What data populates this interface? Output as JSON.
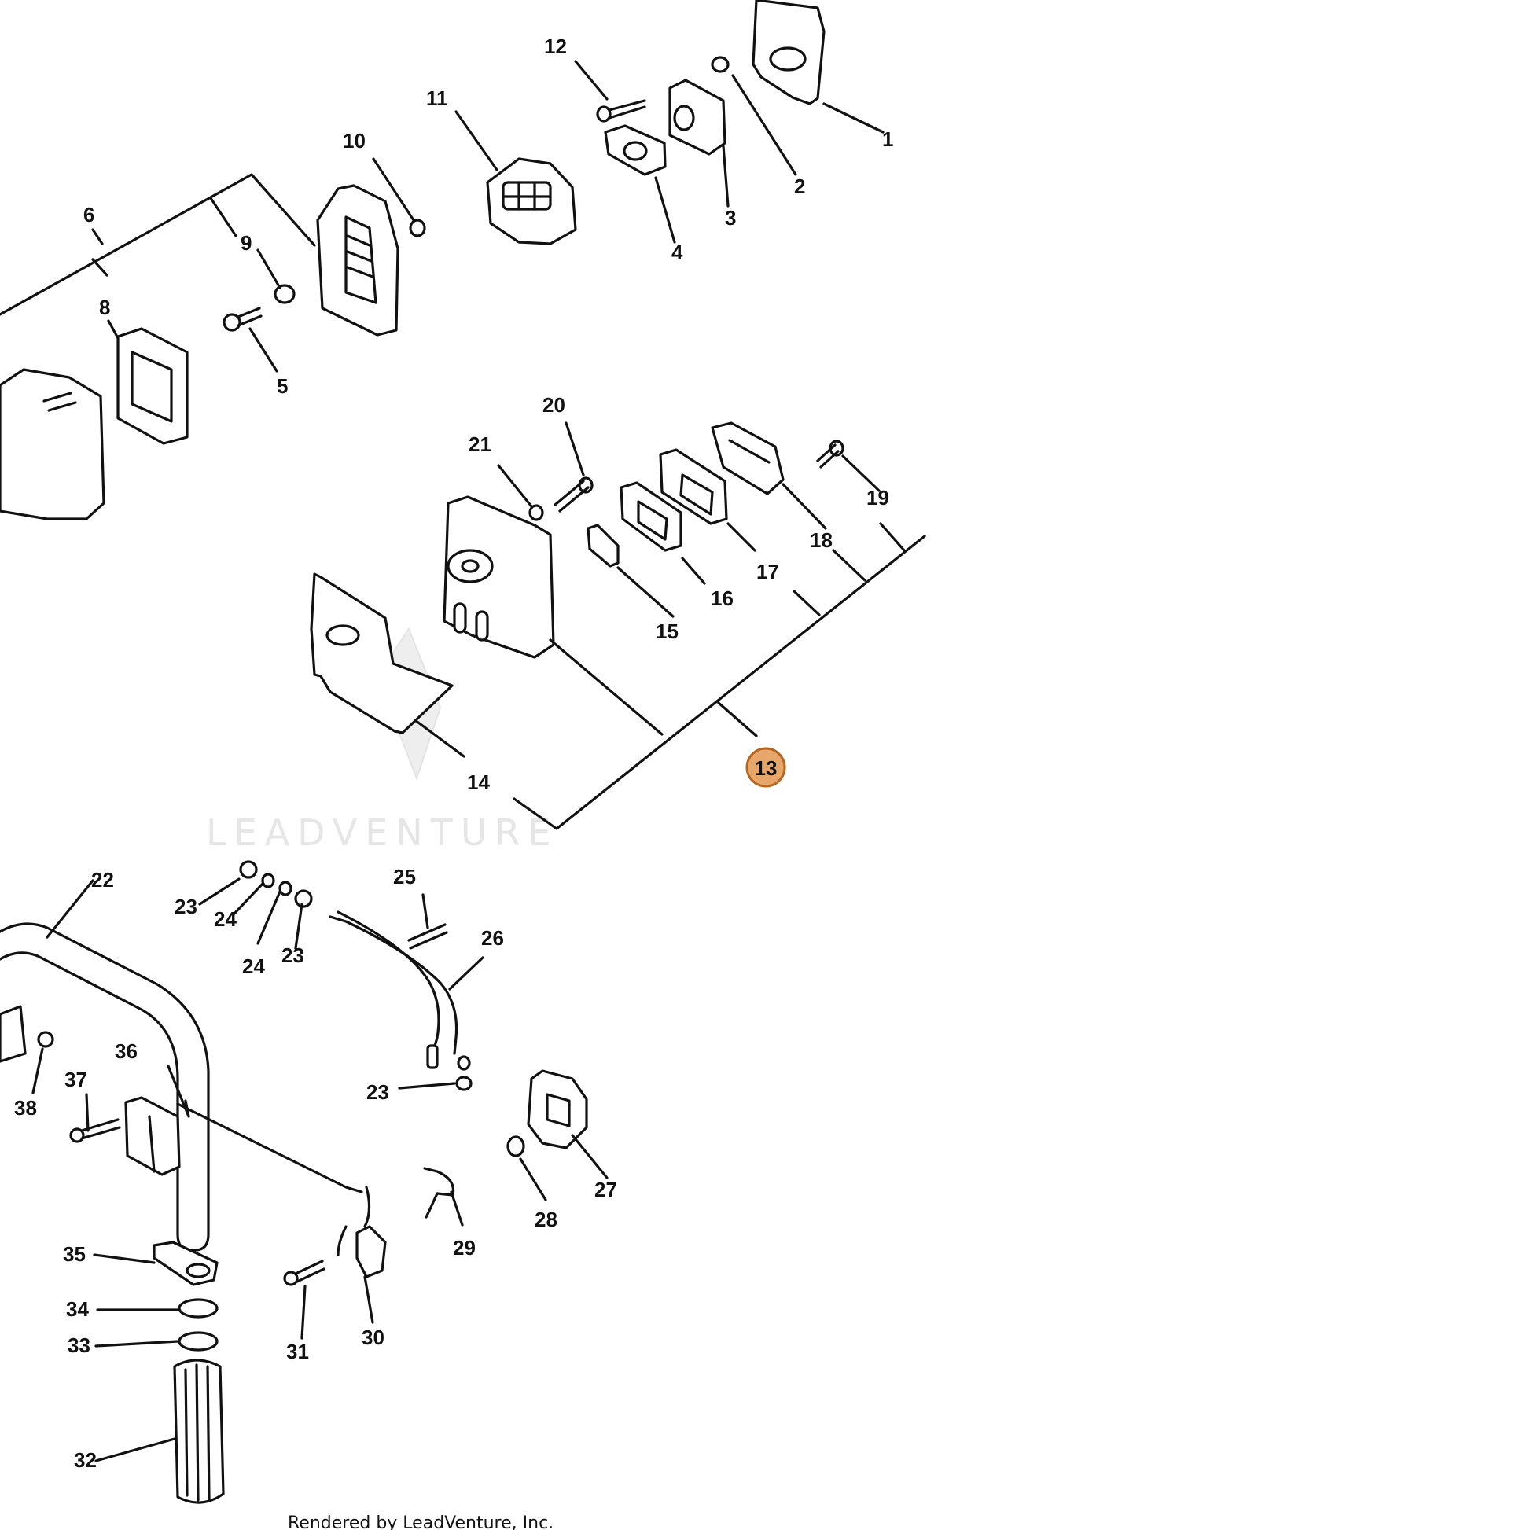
{
  "diagram": {
    "callouts": {
      "c1": "1",
      "c2": "2",
      "c3": "3",
      "c4": "4",
      "c5": "5",
      "c6": "6",
      "c8": "8",
      "c9": "9",
      "c10": "10",
      "c11": "11",
      "c12": "12",
      "c13": "13",
      "c14": "14",
      "c15": "15",
      "c16": "16",
      "c17": "17",
      "c18": "18",
      "c19": "19",
      "c20": "20",
      "c21": "21",
      "c22": "22",
      "c23a": "23",
      "c23b": "23",
      "c23c": "23",
      "c24a": "24",
      "c24b": "24",
      "c25": "25",
      "c26": "26",
      "c27": "27",
      "c28": "28",
      "c29": "29",
      "c30": "30",
      "c31": "31",
      "c32": "32",
      "c33": "33",
      "c34": "34",
      "c35": "35",
      "c36": "36",
      "c37": "37",
      "c38": "38"
    },
    "highlighted_callout": "13",
    "highlight_color": "#e8a76a",
    "watermark": "LEADVENTURE",
    "footer": "Rendered by LeadVenture, Inc."
  }
}
